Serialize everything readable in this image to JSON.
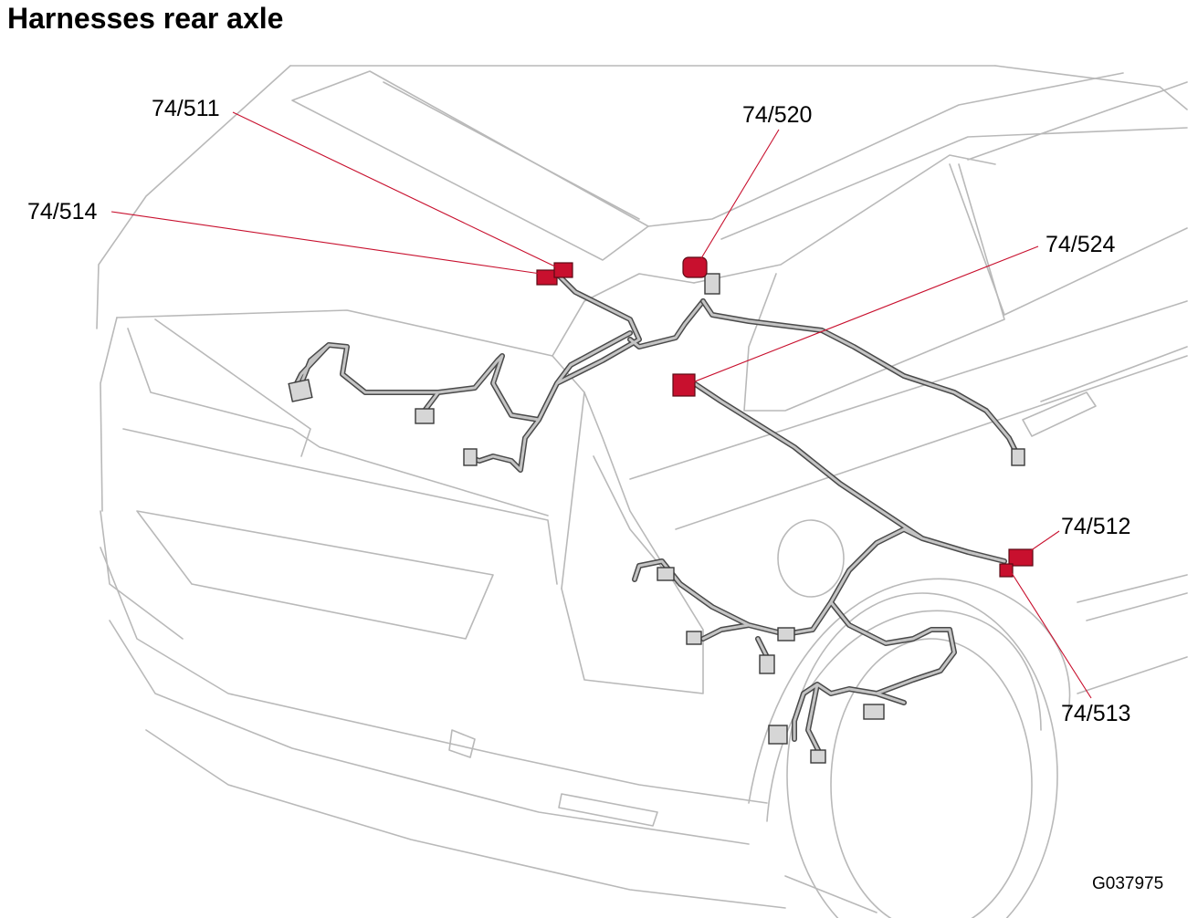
{
  "title": "Harnesses rear axle",
  "colors": {
    "highlight_connector": "#c8102e",
    "leader_line": "#c8102e",
    "harness": "#4a4a4a",
    "body_outline": "#b9b9b9"
  },
  "callouts": [
    {
      "id": "c511",
      "label": "74/511"
    },
    {
      "id": "c514",
      "label": "74/514"
    },
    {
      "id": "c520",
      "label": "74/520"
    },
    {
      "id": "c524",
      "label": "74/524"
    },
    {
      "id": "c512",
      "label": "74/512"
    },
    {
      "id": "c513",
      "label": "74/513"
    }
  ],
  "figure_ref": "G037975"
}
